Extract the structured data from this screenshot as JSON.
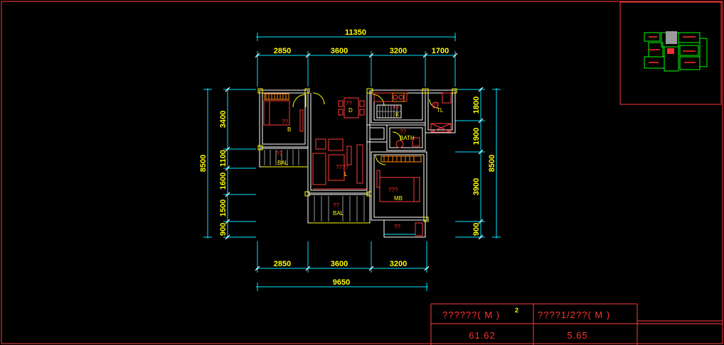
{
  "plan": {
    "top_overall": "11350",
    "top_segments": [
      "2850",
      "3600",
      "3200",
      "1700"
    ],
    "bottom_segments": [
      "2850",
      "3600",
      "3200"
    ],
    "bottom_overall": "9650",
    "left_overall": "8500",
    "left_segments": [
      "3400",
      "1100",
      "1600",
      "1500",
      "900"
    ],
    "right_overall": "8500",
    "right_segments": [
      "1800",
      "1900",
      "3900",
      "900"
    ]
  },
  "rooms": {
    "bedroom": {
      "name": "??",
      "code": "B"
    },
    "dining": {
      "name": "??",
      "code": "D"
    },
    "living": {
      "name": "????",
      "code": "L"
    },
    "kitchen": {
      "name": "??",
      "code": "K"
    },
    "toilet": {
      "name": "??",
      "code": "TL"
    },
    "bath": {
      "name": "??",
      "code": "BATH"
    },
    "master": {
      "name": "???",
      "code": "MB"
    },
    "balcony_left": {
      "name": "??",
      "code": "BAL"
    },
    "balcony_bottom": {
      "name": "??",
      "code": "BAL"
    },
    "store": {
      "name": "??"
    }
  },
  "area_table": {
    "col1_header": "??????( M )",
    "col1_sup": "2",
    "col2_header": "????1/2??( M )",
    "col1_value": "61.62",
    "col2_value": "5.65"
  },
  "colors": {
    "dimension": "#00e5ff",
    "dimension_text": "#ffff00",
    "wall": "#ffffff",
    "furniture": "#ff3b3b",
    "frame": "#ff3b3b",
    "keyplan_highlight": "#00ff00"
  }
}
